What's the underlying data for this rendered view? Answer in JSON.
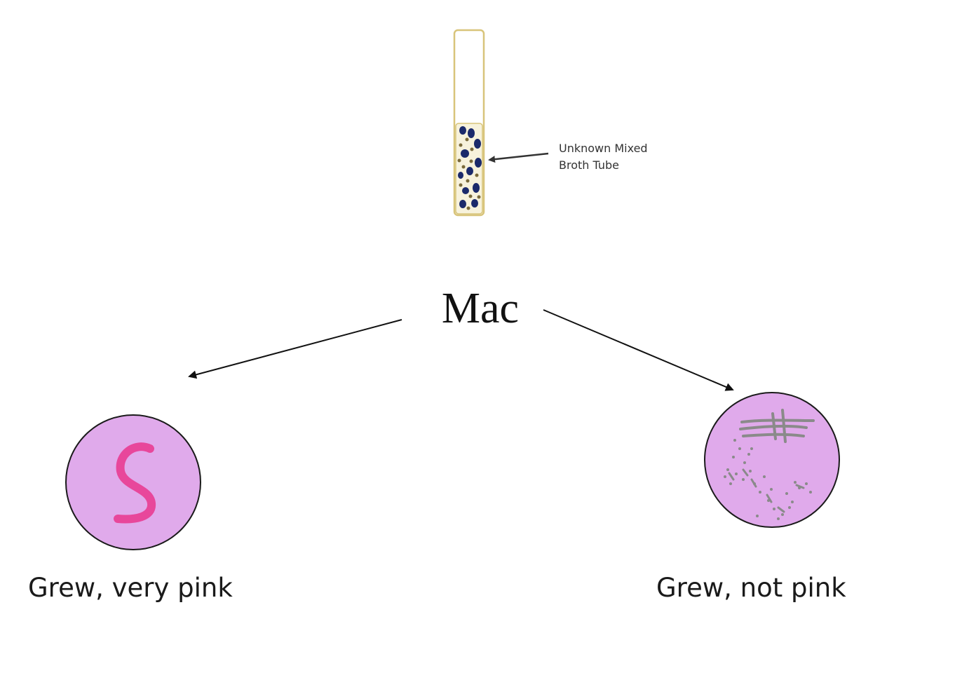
{
  "tube": {
    "label_line1": "Unknown Mixed",
    "label_line2": "Broth Tube"
  },
  "center": {
    "label": "Mac"
  },
  "plates": {
    "left_caption": "Grew, very pink",
    "right_caption": "Grew, not pink"
  },
  "colors": {
    "plate_fill": "#e0aaeb",
    "pink_growth": "#e8479b",
    "gray_growth": "#8a8a8a",
    "tube_outline": "#d8c47a",
    "broth_dark": "#1b2a6b",
    "broth_brown": "#7a6a3a"
  }
}
